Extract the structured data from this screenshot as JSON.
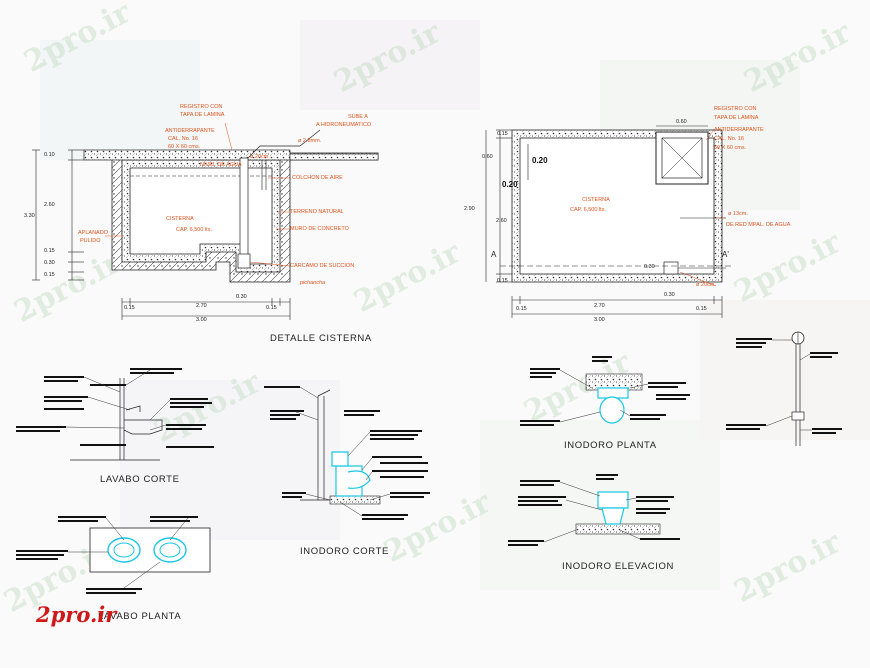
{
  "watermark": "2pro.ir",
  "logo": "2pro.ir",
  "cistern_section": {
    "title": "DETALLE CISTERNA",
    "labels": {
      "registro": "REGISTRO CON",
      "tapa": "TAPA DE LAMINA",
      "sube": "SUBE A",
      "hidro": "A HIDRONEUMATICO",
      "anti1": "ANTIDERRAPANTE",
      "anti2": "CAL. No. 16",
      "anti3": "60 X 60 cms.",
      "a28": "ø 2.8mm.",
      "nivel": "NIVEL DE AGUA",
      "colchon": "COLCHON DE AIRE",
      "cisterna": "CISTERNA",
      "cap": "CAP. 6,500 lts.",
      "terreno": "TERRENO NATURAL",
      "muro": "MURO DE CONCRETO",
      "aplanado1": "APLANADO",
      "aplanado2": "PULIDO",
      "carcamo": "CARCAMO DE SUCCION",
      "pichancha": "pichancha",
      "b20cm": "ø 20cm."
    },
    "dims": {
      "d010": "0.10",
      "d260": "2.60",
      "d330": "3.30",
      "d015a": "0.15",
      "d030": "0.30",
      "d015b": "0.15",
      "d015c": "0.15",
      "d270": "2.70",
      "d015d": "0.15",
      "d030b": "0.30",
      "d300": "3.00"
    }
  },
  "cistern_plan": {
    "labels": {
      "registro": "REGISTRO CON",
      "tapa": "TAPA DE LAMINA",
      "anti1": "ANTIDERRAPANTE",
      "anti2": "CAL. No. 16",
      "anti3": "60 X 60 cms.",
      "d060top": "0.60",
      "d015": "0.15",
      "d060": "0.60",
      "d020a": "0.20",
      "d020b": "0.20",
      "d290": "2.90",
      "d260": "2.60",
      "cisterna": "CISTERNA",
      "cap": "CAP. 6,500 lts.",
      "a13": "ø 13cm.",
      "red": "DE RED MPAL. DE AGUA",
      "secA1": "A",
      "secA2": "A'",
      "d030": "0.30",
      "d030b": "0.30",
      "a20": "ø 20cm.",
      "d015b": "0.15",
      "d015c": "0.15",
      "d270": "2.70",
      "d015d": "0.15",
      "d300": "3.00"
    }
  },
  "titles": {
    "lavabo_corte": "LAVABO CORTE",
    "lavabo_planta": "LAVABO PLANTA",
    "inodoro_corte": "INODORO CORTE",
    "inodoro_planta": "INODORO PLANTA",
    "inodoro_elevacion": "INODORO ELEVACION"
  },
  "colors": {
    "line": "#222222",
    "accent": "#e2521c",
    "fixture": "#19c6e6",
    "logo": "#d01818"
  }
}
